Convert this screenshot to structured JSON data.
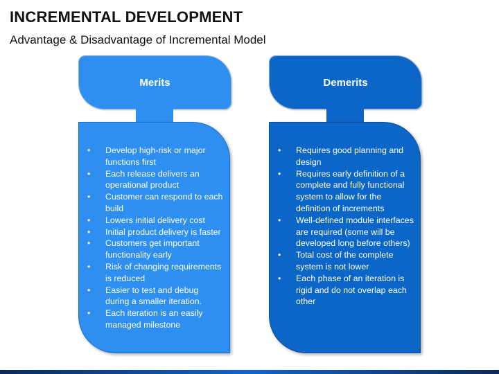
{
  "header": {
    "title": "INCREMENTAL DEVELOPMENT",
    "subtitle": "Advantage & Disadvantage of Incremental Model"
  },
  "colors": {
    "merits": "#2e8ff0",
    "demerits": "#0c66c7"
  },
  "merits": {
    "label": "Merits",
    "items": [
      "Develop high-risk or major functions first",
      "Each release delivers an operational product",
      "Customer can respond to each build",
      "Lowers initial delivery cost",
      "Initial product delivery is faster",
      "Customers get important functionality early",
      "Risk of changing requirements is reduced",
      "Easier to test and debug during a smaller iteration.",
      "Each iteration is an easily managed milestone"
    ]
  },
  "demerits": {
    "label": "Demerits",
    "items": [
      "Requires good planning and design",
      "Requires early definition of a complete and fully functional system to allow for the definition of increments",
      "Well-defined module interfaces are required (some will be developed long before others)",
      "Total cost of the complete system is not lower",
      "Each phase of an iteration is rigid and do not overlap each other"
    ]
  },
  "bullet_char": "•"
}
